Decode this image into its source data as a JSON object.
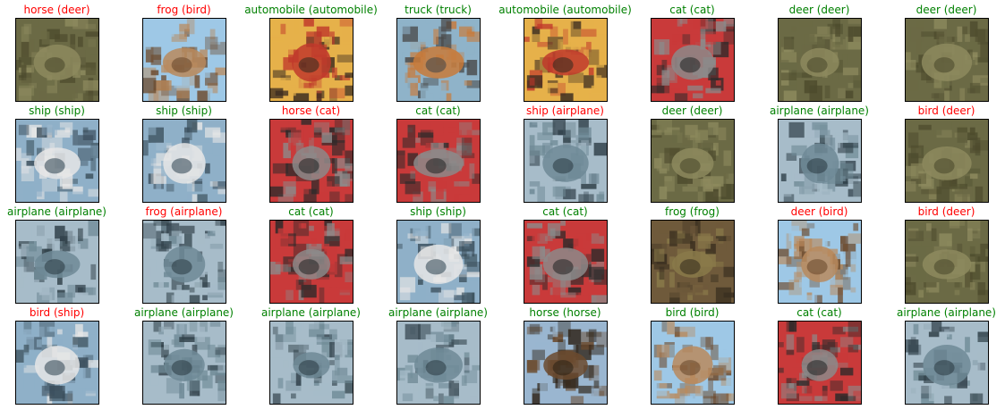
{
  "colors": {
    "correct": "#008000",
    "wrong": "#ff0000"
  },
  "rows": [
    [
      {
        "pred": "horse",
        "true": "deer",
        "correct": false,
        "subject": "deer"
      },
      {
        "pred": "frog",
        "true": "bird",
        "correct": false,
        "subject": "bird"
      },
      {
        "pred": "automobile",
        "true": "automobile",
        "correct": true,
        "subject": "automobile"
      },
      {
        "pred": "truck",
        "true": "truck",
        "correct": true,
        "subject": "truck"
      },
      {
        "pred": "automobile",
        "true": "automobile",
        "correct": true,
        "subject": "automobile"
      },
      {
        "pred": "cat",
        "true": "cat",
        "correct": true,
        "subject": "cat"
      },
      {
        "pred": "deer",
        "true": "deer",
        "correct": true,
        "subject": "deer"
      },
      {
        "pred": "deer",
        "true": "deer",
        "correct": true,
        "subject": "deer"
      }
    ],
    [
      {
        "pred": "ship",
        "true": "ship",
        "correct": true,
        "subject": "ship"
      },
      {
        "pred": "ship",
        "true": "ship",
        "correct": true,
        "subject": "ship"
      },
      {
        "pred": "horse",
        "true": "cat",
        "correct": false,
        "subject": "cat"
      },
      {
        "pred": "cat",
        "true": "cat",
        "correct": true,
        "subject": "cat"
      },
      {
        "pred": "ship",
        "true": "airplane",
        "correct": false,
        "subject": "airplane"
      },
      {
        "pred": "deer",
        "true": "deer",
        "correct": true,
        "subject": "deer"
      },
      {
        "pred": "airplane",
        "true": "airplane",
        "correct": true,
        "subject": "airplane"
      },
      {
        "pred": "bird",
        "true": "deer",
        "correct": false,
        "subject": "deer"
      }
    ],
    [
      {
        "pred": "airplane",
        "true": "airplane",
        "correct": true,
        "subject": "airplane"
      },
      {
        "pred": "frog",
        "true": "airplane",
        "correct": false,
        "subject": "airplane"
      },
      {
        "pred": "cat",
        "true": "cat",
        "correct": true,
        "subject": "cat"
      },
      {
        "pred": "ship",
        "true": "ship",
        "correct": true,
        "subject": "ship"
      },
      {
        "pred": "cat",
        "true": "cat",
        "correct": true,
        "subject": "cat"
      },
      {
        "pred": "frog",
        "true": "frog",
        "correct": true,
        "subject": "frog"
      },
      {
        "pred": "deer",
        "true": "bird",
        "correct": false,
        "subject": "bird"
      },
      {
        "pred": "bird",
        "true": "deer",
        "correct": false,
        "subject": "deer"
      }
    ],
    [
      {
        "pred": "bird",
        "true": "ship",
        "correct": false,
        "subject": "ship"
      },
      {
        "pred": "airplane",
        "true": "airplane",
        "correct": true,
        "subject": "airplane"
      },
      {
        "pred": "airplane",
        "true": "airplane",
        "correct": true,
        "subject": "airplane"
      },
      {
        "pred": "airplane",
        "true": "airplane",
        "correct": true,
        "subject": "airplane"
      },
      {
        "pred": "horse",
        "true": "horse",
        "correct": true,
        "subject": "horse"
      },
      {
        "pred": "bird",
        "true": "bird",
        "correct": true,
        "subject": "bird"
      },
      {
        "pred": "cat",
        "true": "cat",
        "correct": true,
        "subject": "cat"
      },
      {
        "pred": "airplane",
        "true": "airplane",
        "correct": true,
        "subject": "airplane"
      }
    ]
  ]
}
